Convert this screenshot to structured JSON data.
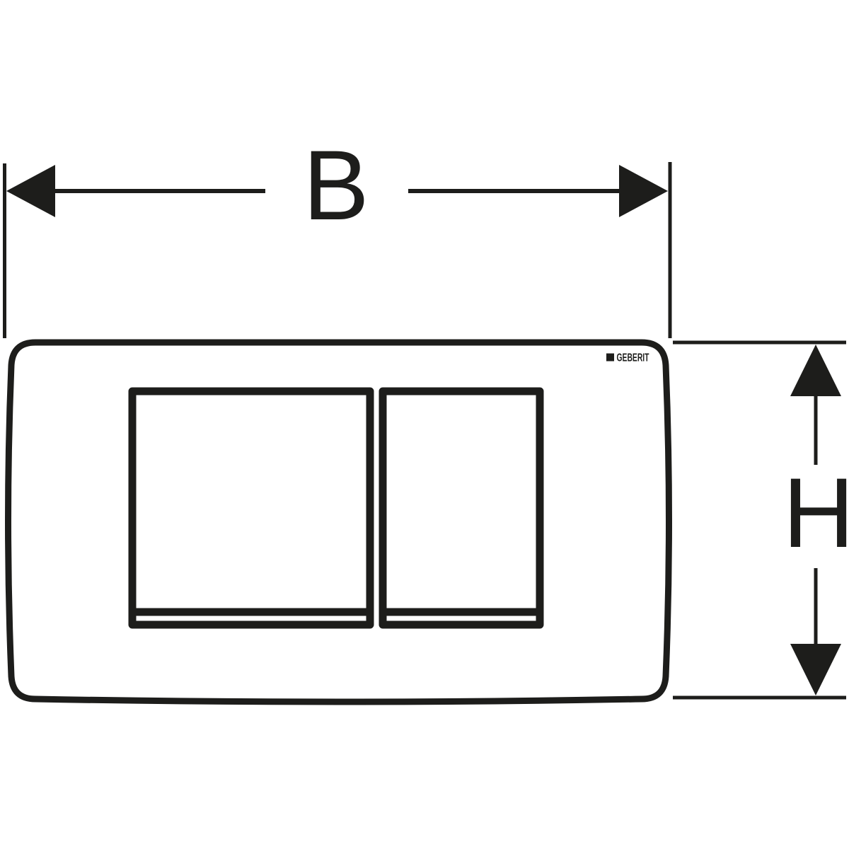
{
  "colors": {
    "line": "#1d1d1b",
    "background": "#ffffff"
  },
  "plate": {
    "brand_label": "GEBERIT"
  },
  "dimensions": {
    "width": {
      "label": "B"
    },
    "height": {
      "label": "H"
    }
  }
}
